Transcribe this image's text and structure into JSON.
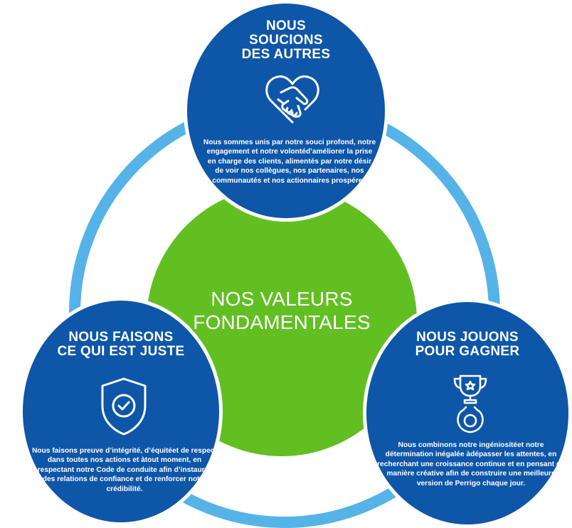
{
  "center": {
    "title_line1": "NOS VALEURS",
    "title_line2": "FONDAMENTALES"
  },
  "values": {
    "care": {
      "title_line1": "NOUS",
      "title_line2": "SOUCIONS",
      "title_line3": "DES AUTRES",
      "icon": "heart-handshake-icon",
      "text": "Nous sommes unis par notre souci profond, notre engagement et notre volontéd’améliorer la prise en charge des clients, alimentés par notre désir de voir nos collègues, nos partenaires, nos communautés et nos actionnaires prospérer."
    },
    "right": {
      "title_line1": "NOUS FAISONS",
      "title_line2": "CE QUI EST JUSTE",
      "icon": "shield-check-icon",
      "text": "Nous faisons preuve d’intégrité, d’équitéet de respect dans toutes nos actions et àtout moment, en respectant notre Code de conduite afin d’instaurer des relations de confiance et de renforcer notre crédibilité."
    },
    "win": {
      "title_line1": "NOUS JOUONS",
      "title_line2": "POUR GAGNER",
      "icon": "trophy-icon",
      "text": "Nous combinons notre ingéniositéet notre détermination inégalée àdépasser les attentes, en recherchant une croissance continue et en pensant de manière créative afin de construire une meilleure version de Perrigo chaque jour."
    }
  },
  "colors": {
    "navy": "#0e56a8",
    "green": "#62bf22",
    "ring": "#55b3e8",
    "white": "#ffffff"
  }
}
